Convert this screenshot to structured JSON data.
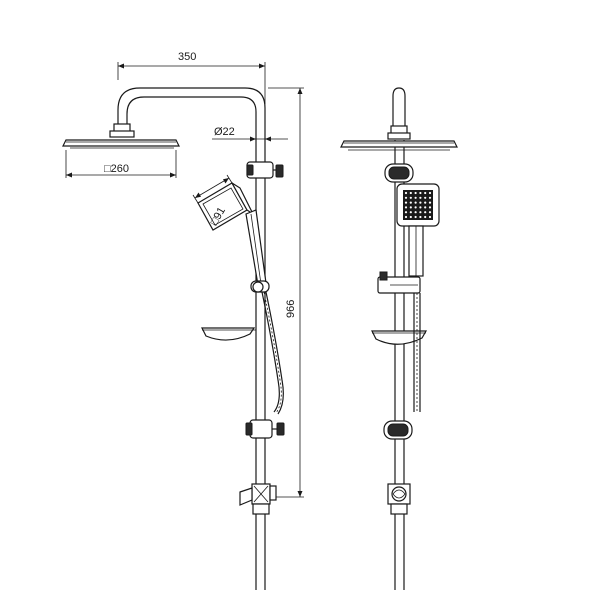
{
  "dimensions": {
    "arm_width": "350",
    "pipe_diameter": "Ø22",
    "head_size": "□260",
    "total_height": "966",
    "hand_shower_size": "□91"
  },
  "colors": {
    "stroke": "#1a1a1a",
    "background": "#ffffff"
  }
}
